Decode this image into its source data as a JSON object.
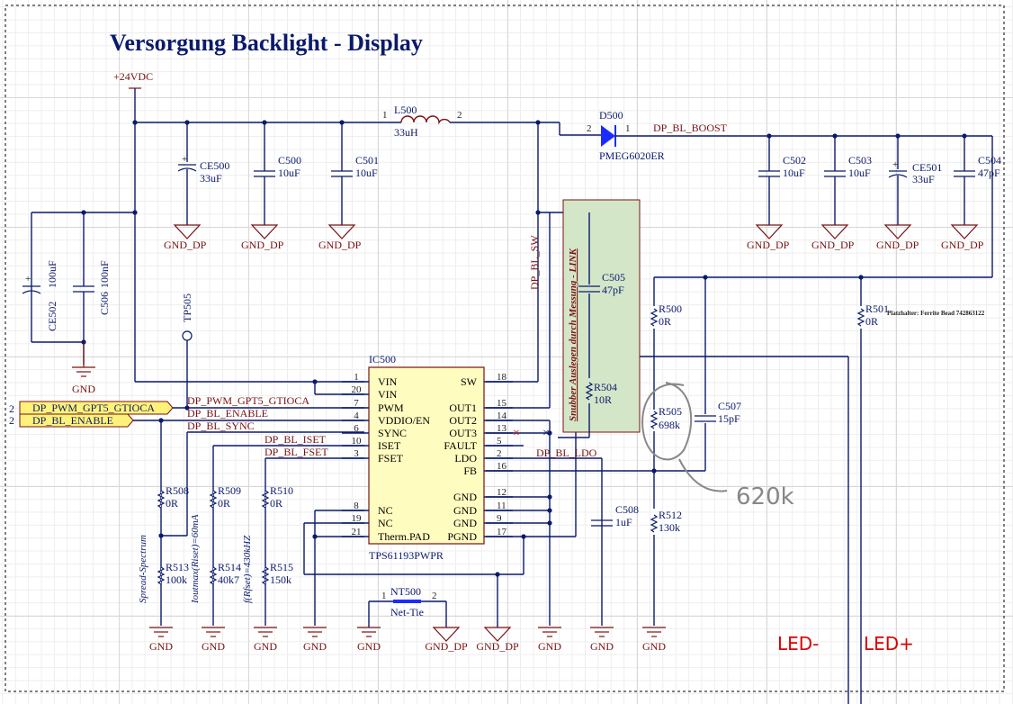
{
  "sheet": {
    "title": "Versorgung Backlight - Display"
  },
  "power": {
    "vin_label": "+24VDC"
  },
  "nets": {
    "boost": "DP_BL_BOOST",
    "sw": "DP_BL_SW",
    "pwm": "DP_PWM_GPT5_GTIOCA",
    "enable": "DP_BL_ENABLE",
    "sync": "DP_BL_SYNC",
    "iset": "DP_BL_ISET",
    "fset": "DP_BL_FSET",
    "ldo": "DP_BL_LDO"
  },
  "ports": [
    {
      "label": "DP_PWM_GPT5_GTIOCA",
      "sheet": "2"
    },
    {
      "label": "DP_BL_ENABLE",
      "sheet": "2"
    }
  ],
  "ground_labels": {
    "gnd": "GND",
    "gnd_dp": "GND_DP"
  },
  "components": {
    "L500": {
      "ref": "L500",
      "value": "33uH",
      "pin1": "1",
      "pin2": "2"
    },
    "D500": {
      "ref": "D500",
      "value": "PMEG6020ER",
      "pin1": "1",
      "pin2": "2"
    },
    "CE500": {
      "ref": "CE500",
      "value": "33uF"
    },
    "C500": {
      "ref": "C500",
      "value": "10uF"
    },
    "C501": {
      "ref": "C501",
      "value": "10uF"
    },
    "C502": {
      "ref": "C502",
      "value": "10uF"
    },
    "C503": {
      "ref": "C503",
      "value": "10uF"
    },
    "CE501": {
      "ref": "CE501",
      "value": "33uF"
    },
    "C504": {
      "ref": "C504",
      "value": "47pF"
    },
    "CE502": {
      "ref": "CE502",
      "value": "100uF"
    },
    "C506": {
      "ref": "C506",
      "value": "100nF"
    },
    "TP505": {
      "ref": "TP505"
    },
    "C505": {
      "ref": "C505",
      "value": "47pF"
    },
    "R504": {
      "ref": "R504",
      "value": "10R"
    },
    "R500": {
      "ref": "R500",
      "value": "0R"
    },
    "R501": {
      "ref": "R501",
      "value": "0R",
      "note": "Platzhalter: Ferrite Bead 742863122"
    },
    "R505": {
      "ref": "R505",
      "value": "698k"
    },
    "C507": {
      "ref": "C507",
      "value": "15pF"
    },
    "C508": {
      "ref": "C508",
      "value": "1uF"
    },
    "R512": {
      "ref": "R512",
      "value": "130k"
    },
    "R508": {
      "ref": "R508",
      "value": "0R"
    },
    "R509": {
      "ref": "R509",
      "value": "0R"
    },
    "R510": {
      "ref": "R510",
      "value": "0R"
    },
    "R513": {
      "ref": "R513",
      "value": "100k",
      "note": "Spread-Spectrum"
    },
    "R514": {
      "ref": "R514",
      "value": "40k7",
      "note": "Ioutmax(Riset)=60mA"
    },
    "R515": {
      "ref": "R515",
      "value": "150k",
      "note": "f(Rfset)=430kHZ"
    },
    "NT500": {
      "ref": "NT500",
      "value": "Net-Tie",
      "pin1": "1",
      "pin2": "2"
    }
  },
  "ic": {
    "ref": "IC500",
    "part": "TPS61193PWPR",
    "left_pins": [
      {
        "num": "1",
        "name": "VIN"
      },
      {
        "num": "20",
        "name": "VIN"
      },
      {
        "num": "7",
        "name": "PWM"
      },
      {
        "num": "4",
        "name": "VDDIO/EN"
      },
      {
        "num": "6",
        "name": "SYNC"
      },
      {
        "num": "10",
        "name": "ISET"
      },
      {
        "num": "3",
        "name": "FSET"
      },
      {
        "num": "8",
        "name": "NC"
      },
      {
        "num": "19",
        "name": "NC"
      },
      {
        "num": "21",
        "name": "Therm.PAD"
      }
    ],
    "right_pins": [
      {
        "num": "18",
        "name": "SW"
      },
      {
        "num": "15",
        "name": "OUT1"
      },
      {
        "num": "14",
        "name": "OUT2"
      },
      {
        "num": "13",
        "name": "OUT3"
      },
      {
        "num": "5",
        "name": "FAULT"
      },
      {
        "num": "2",
        "name": "LDO"
      },
      {
        "num": "16",
        "name": "FB"
      },
      {
        "num": "12",
        "name": "GND"
      },
      {
        "num": "11",
        "name": "GND"
      },
      {
        "num": "9",
        "name": "GND"
      },
      {
        "num": "17",
        "name": "PGND"
      }
    ]
  },
  "annotations": {
    "snubber": "Snubber Auslegen durch Messung - LINK",
    "handwritten_value": "620k",
    "led_minus": "LED-",
    "led_plus": "LED+"
  },
  "colors": {
    "wire": "#0b1a6b",
    "net_label": "#7a1111",
    "ic_fill": "#fffcc0",
    "snubber_fill": "#d4e6c8",
    "port_fill": "#fff27a",
    "diode": "#1a2cff",
    "handwriting_red": "#dd0000"
  }
}
